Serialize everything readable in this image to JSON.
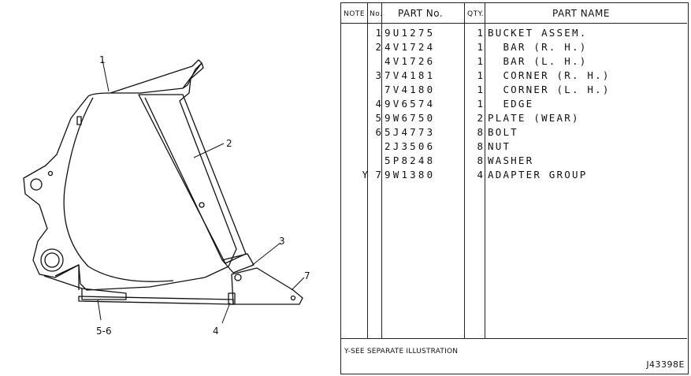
{
  "illustration": {
    "callouts": [
      "1",
      "2",
      "3",
      "4",
      "5-6",
      "7"
    ]
  },
  "table": {
    "headers": {
      "note": "NOTE",
      "no": "No.",
      "part_no": "PART No.",
      "qty": "QTY.",
      "part_name": "PART NAME"
    },
    "rows": [
      {
        "note": "",
        "no": "1",
        "part_no": "9U1275",
        "qty": "1",
        "name": "BUCKET ASSEM."
      },
      {
        "note": "",
        "no": "2",
        "part_no": "4V1724",
        "qty": "1",
        "name": "  BAR (R. H.)"
      },
      {
        "note": "",
        "no": "",
        "part_no": "4V1726",
        "qty": "1",
        "name": "  BAR (L. H.)"
      },
      {
        "note": "",
        "no": "3",
        "part_no": "7V4181",
        "qty": "1",
        "name": "  CORNER (R. H.)"
      },
      {
        "note": "",
        "no": "",
        "part_no": "7V4180",
        "qty": "1",
        "name": "  CORNER (L. H.)"
      },
      {
        "note": "",
        "no": "4",
        "part_no": "9V6574",
        "qty": "1",
        "name": "  EDGE"
      },
      {
        "note": "",
        "no": "5",
        "part_no": "9W6750",
        "qty": "2",
        "name": "PLATE (WEAR)"
      },
      {
        "note": "",
        "no": "6",
        "part_no": "5J4773",
        "qty": "8",
        "name": "BOLT"
      },
      {
        "note": "",
        "no": "",
        "part_no": "2J3506",
        "qty": "8",
        "name": "NUT"
      },
      {
        "note": "",
        "no": "",
        "part_no": "5P8248",
        "qty": "8",
        "name": "WASHER"
      },
      {
        "note": "Y",
        "no": "7",
        "part_no": "9W1380",
        "qty": "4",
        "name": "ADAPTER GROUP"
      }
    ],
    "footnote": "Y-SEE SEPARATE ILLUSTRATION",
    "drawing_number": "J43398E"
  }
}
